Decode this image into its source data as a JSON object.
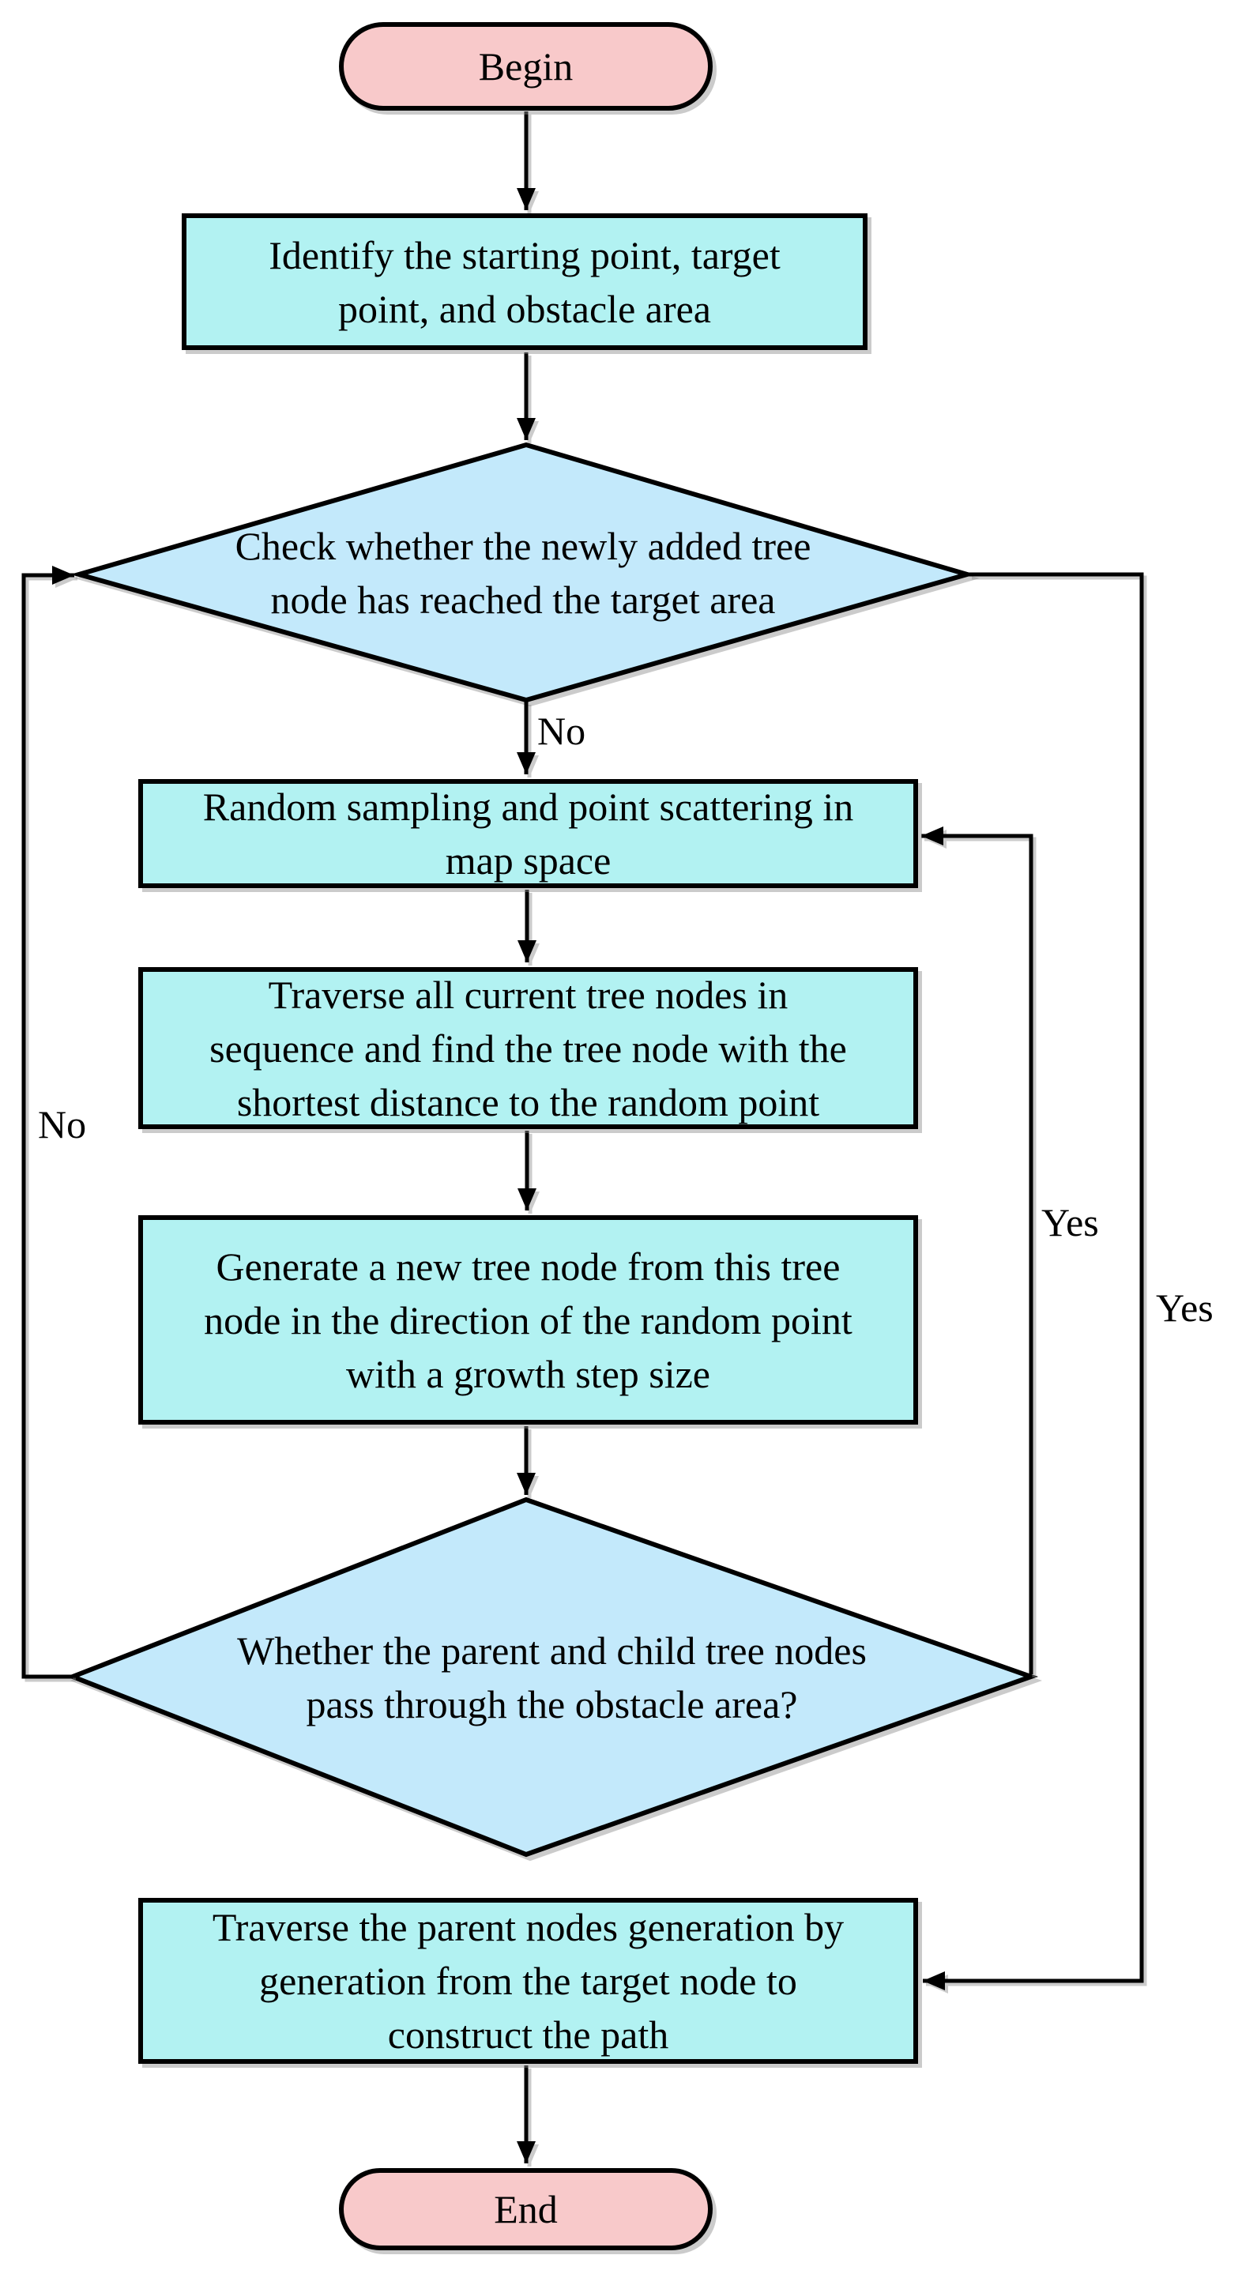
{
  "colors": {
    "terminator_fill": "#f8c9ca",
    "process_fill": "#b2f2f2",
    "decision_fill": "#c3e9fb",
    "outline": "#000000",
    "background": "#ffffff"
  },
  "nodes": {
    "begin": "Begin",
    "identify": "Identify the starting point, target\npoint, and obstacle area",
    "check_target": "Check whether the newly added tree\nnode has reached the target area",
    "random_sampling": "Random sampling and point scattering in\nmap space",
    "find_nearest": "Traverse all current tree nodes in\nsequence and find the tree node with the\nshortest distance to the random point",
    "generate_node": "Generate a new tree node from this tree\nnode in the direction of the random point\nwith a growth step size",
    "check_obstacle": "Whether the parent and child tree nodes\npass through the obstacle area?",
    "construct_path": "Traverse the parent nodes generation by\ngeneration from the target node to\nconstruct the path",
    "end": "End"
  },
  "edge_labels": {
    "check_target_no": "No",
    "check_target_yes": "Yes",
    "obstacle_no": "No",
    "obstacle_yes": "Yes"
  }
}
